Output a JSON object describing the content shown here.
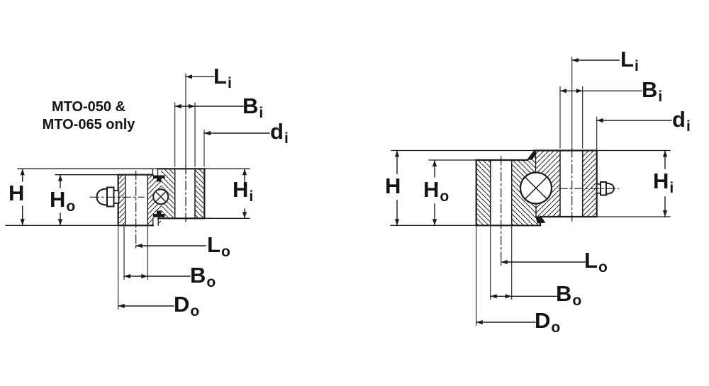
{
  "note": {
    "line1": "MTO-050 &",
    "line2": "MTO-065 only"
  },
  "colors": {
    "line": "#1b1b1b",
    "background": "#ffffff"
  },
  "left_diagram": {
    "labels": {
      "li": {
        "main": "L",
        "sub": "i"
      },
      "bi": {
        "main": "B",
        "sub": "i"
      },
      "di": {
        "main": "d",
        "sub": "i"
      },
      "h": {
        "main": "H",
        "sub": ""
      },
      "ho": {
        "main": "H",
        "sub": "o"
      },
      "hi": {
        "main": "H",
        "sub": "i"
      },
      "lo": {
        "main": "L",
        "sub": "o"
      },
      "bo": {
        "main": "B",
        "sub": "o"
      },
      "do": {
        "main": "D",
        "sub": "o"
      }
    }
  },
  "right_diagram": {
    "labels": {
      "li": {
        "main": "L",
        "sub": "i"
      },
      "bi": {
        "main": "B",
        "sub": "i"
      },
      "di": {
        "main": "d",
        "sub": "i"
      },
      "h": {
        "main": "H",
        "sub": ""
      },
      "ho": {
        "main": "H",
        "sub": "o"
      },
      "hi": {
        "main": "H",
        "sub": "i"
      },
      "lo": {
        "main": "L",
        "sub": "o"
      },
      "bo": {
        "main": "B",
        "sub": "o"
      },
      "do": {
        "main": "D",
        "sub": "o"
      }
    }
  }
}
